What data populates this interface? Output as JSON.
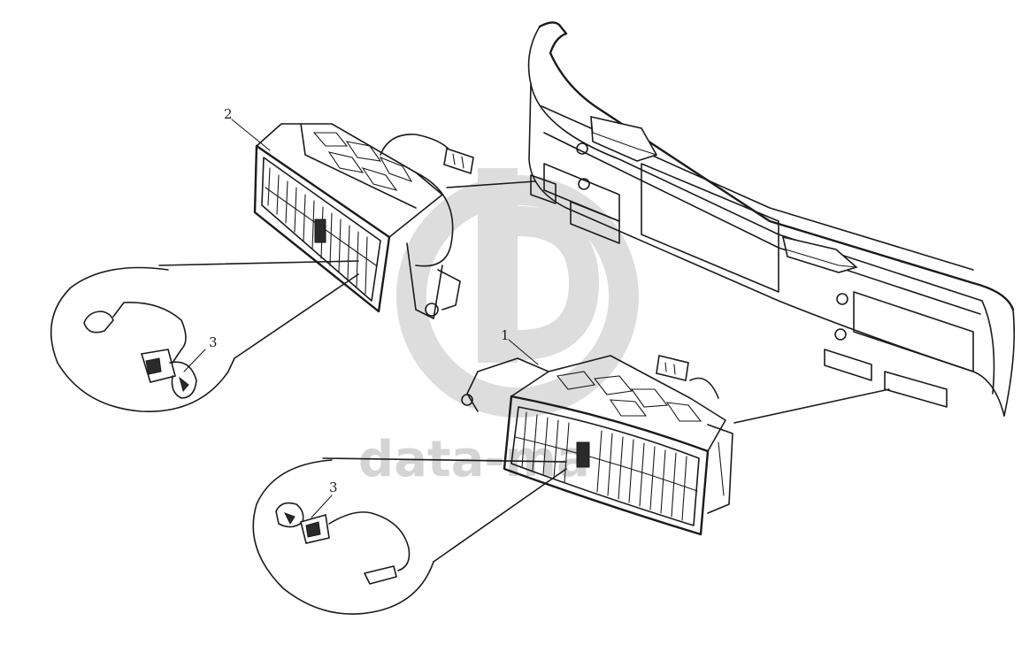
{
  "callouts": {
    "part_1": "1",
    "part_2": "2",
    "part_3_upper": "3",
    "part_3_lower": "3"
  },
  "watermark": {
    "text": "data-ma",
    "color": "#d4d4d4"
  },
  "colors": {
    "line": "#1a1a1a",
    "background": "#ffffff"
  }
}
